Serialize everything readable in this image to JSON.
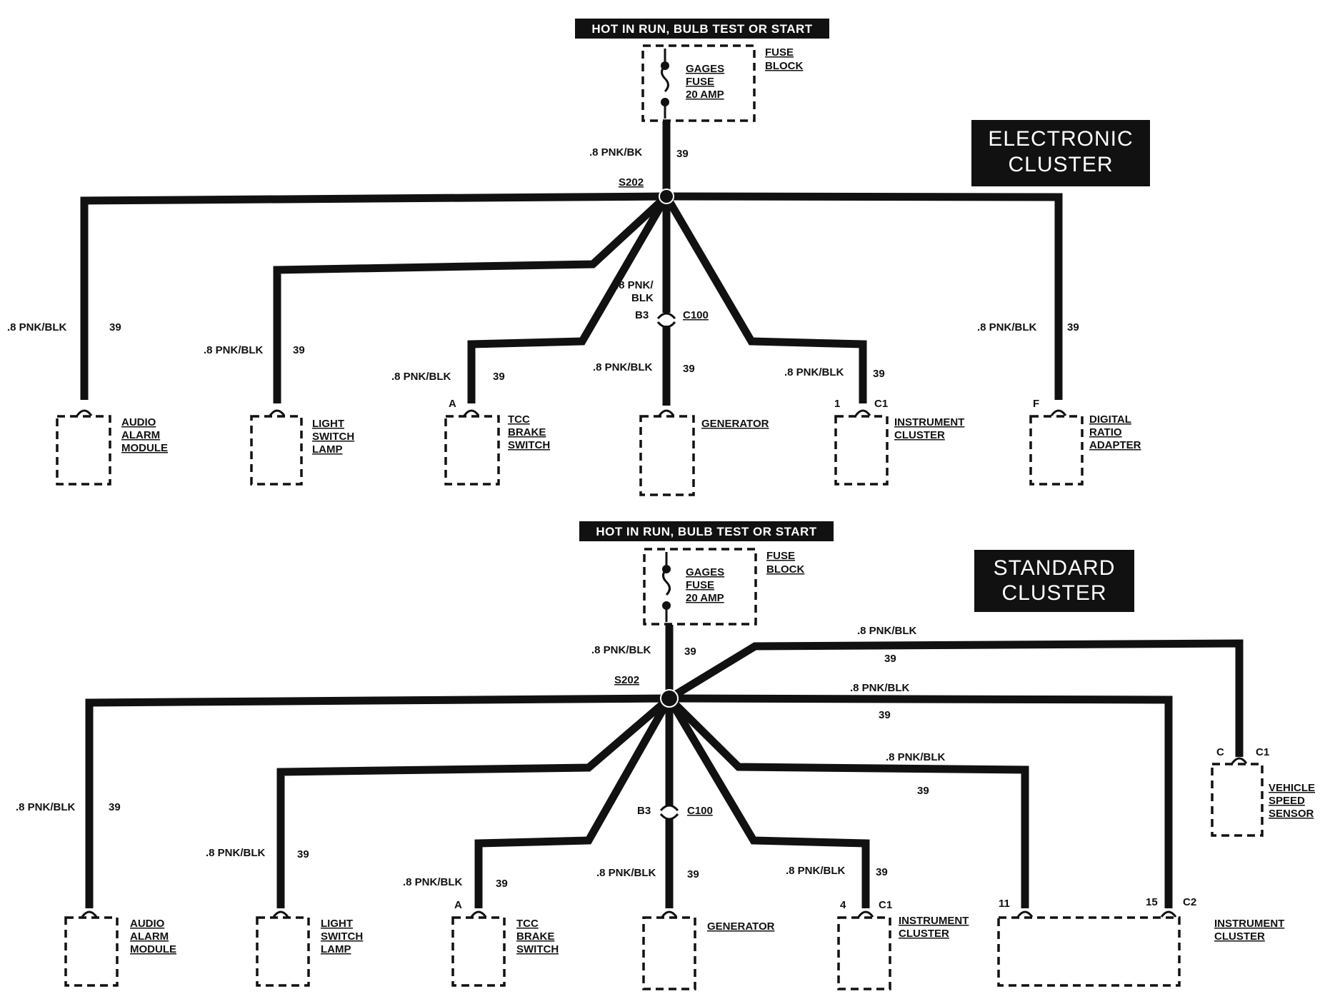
{
  "electronic": {
    "title_line1": "ELECTRONIC",
    "title_line2": "CLUSTER",
    "banner": "HOT IN RUN, BULB TEST OR START",
    "fuse": {
      "line1": "GAGES",
      "line2": "FUSE",
      "line3": "20 AMP",
      "block1": "FUSE",
      "block2": "BLOCK"
    },
    "feed": {
      "wire": ".8 PNK/BK",
      "circuit": "39"
    },
    "splice": "S202",
    "connector": {
      "pin": "B3",
      "name": "C100",
      "wire1": ".8 PNK/",
      "wire2": "BLK"
    },
    "components": [
      {
        "l1": "AUDIO",
        "l2": "ALARM",
        "l3": "MODULE",
        "wire": ".8 PNK/BLK",
        "circuit": "39",
        "pin": ""
      },
      {
        "l1": "LIGHT",
        "l2": "SWITCH",
        "l3": "LAMP",
        "wire": ".8 PNK/BLK",
        "circuit": "39",
        "pin": ""
      },
      {
        "l1": "TCC",
        "l2": "BRAKE",
        "l3": "SWITCH",
        "wire": ".8 PNK/BLK",
        "circuit": "39",
        "pin": "A"
      },
      {
        "l1": "GENERATOR",
        "l2": "",
        "l3": "",
        "wire": ".8 PNK/BLK",
        "circuit": "39",
        "pin": ""
      },
      {
        "l1": "INSTRUMENT",
        "l2": "CLUSTER",
        "l3": "",
        "wire": ".8 PNK/BLK",
        "circuit": "39",
        "pin": "1",
        "conn": "C1"
      },
      {
        "l1": "DIGITAL",
        "l2": "RATIO",
        "l3": "ADAPTER",
        "wire": ".8 PNK/BLK",
        "circuit": "39",
        "pin": "F"
      }
    ]
  },
  "standard": {
    "title_line1": "STANDARD",
    "title_line2": "CLUSTER",
    "banner": "HOT IN RUN, BULB TEST OR START",
    "fuse": {
      "line1": "GAGES",
      "line2": "FUSE",
      "line3": "20 AMP",
      "block1": "FUSE",
      "block2": "BLOCK"
    },
    "feed": {
      "wire": ".8 PNK/BLK",
      "circuit": "39"
    },
    "splice": "S202",
    "connector": {
      "pin": "B3",
      "name": "C100"
    },
    "components": [
      {
        "l1": "AUDIO",
        "l2": "ALARM",
        "l3": "MODULE",
        "wire": ".8 PNK/BLK",
        "circuit": "39",
        "pin": ""
      },
      {
        "l1": "LIGHT",
        "l2": "SWITCH",
        "l3": "LAMP",
        "wire": ".8 PNK/BLK",
        "circuit": "39",
        "pin": ""
      },
      {
        "l1": "TCC",
        "l2": "BRAKE",
        "l3": "SWITCH",
        "wire": ".8 PNK/BLK",
        "circuit": "39",
        "pin": "A"
      },
      {
        "l1": "GENERATOR",
        "l2": "",
        "l3": "",
        "wire": ".8 PNK/BLK",
        "circuit": "39",
        "pin": ""
      },
      {
        "l1": "INSTRUMENT",
        "l2": "CLUSTER",
        "l3": "",
        "wire": ".8 PNK/BLK",
        "circuit": "39",
        "pin": "4",
        "conn": "C1"
      },
      {
        "l1": "VEHICLE",
        "l2": "SPEED",
        "l3": "SENSOR",
        "wire": ".8 PNK/BLK",
        "circuit": "39",
        "pin": "C",
        "conn": "C1"
      }
    ],
    "big_cluster": {
      "l1": "INSTRUMENT",
      "l2": "CLUSTER",
      "pin_a": "11",
      "pin_b": "15",
      "conn_b": "C2",
      "wire_a": ".8 PNK/BLK",
      "circuit_a": "39",
      "wire_b": ".8 PNK/BLK",
      "circuit_b": "39"
    }
  }
}
